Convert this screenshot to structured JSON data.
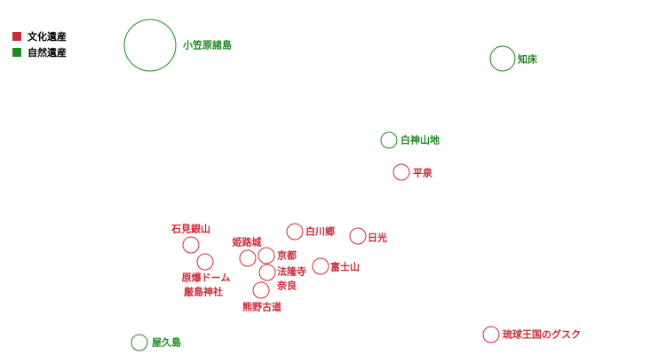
{
  "colors": {
    "cultural": "#cc2a36",
    "natural": "#1e8a1e"
  },
  "legend": [
    {
      "label": "文化遺産",
      "kind": "cultural"
    },
    {
      "label": "自然遺産",
      "kind": "natural"
    }
  ],
  "sites": [
    {
      "name": "小笠原諸島",
      "kind": "natural"
    },
    {
      "name": "知床",
      "kind": "natural"
    },
    {
      "name": "白神山地",
      "kind": "natural"
    },
    {
      "name": "平泉",
      "kind": "cultural"
    },
    {
      "name": "白川郷",
      "kind": "cultural"
    },
    {
      "name": "日光",
      "kind": "cultural"
    },
    {
      "name": "石見銀山",
      "kind": "cultural"
    },
    {
      "name": "姫路城",
      "kind": "cultural"
    },
    {
      "name": "京都",
      "kind": "cultural"
    },
    {
      "name": "富士山",
      "kind": "cultural"
    },
    {
      "name": "原爆ドーム",
      "kind": "cultural"
    },
    {
      "name": "法隆寺",
      "kind": "cultural"
    },
    {
      "name": "厳島神社",
      "kind": "cultural"
    },
    {
      "name": "奈良",
      "kind": "cultural"
    },
    {
      "name": "熊野古道",
      "kind": "cultural"
    },
    {
      "name": "屋久島",
      "kind": "natural"
    },
    {
      "name": "琉球王国のグスク",
      "kind": "cultural"
    }
  ]
}
